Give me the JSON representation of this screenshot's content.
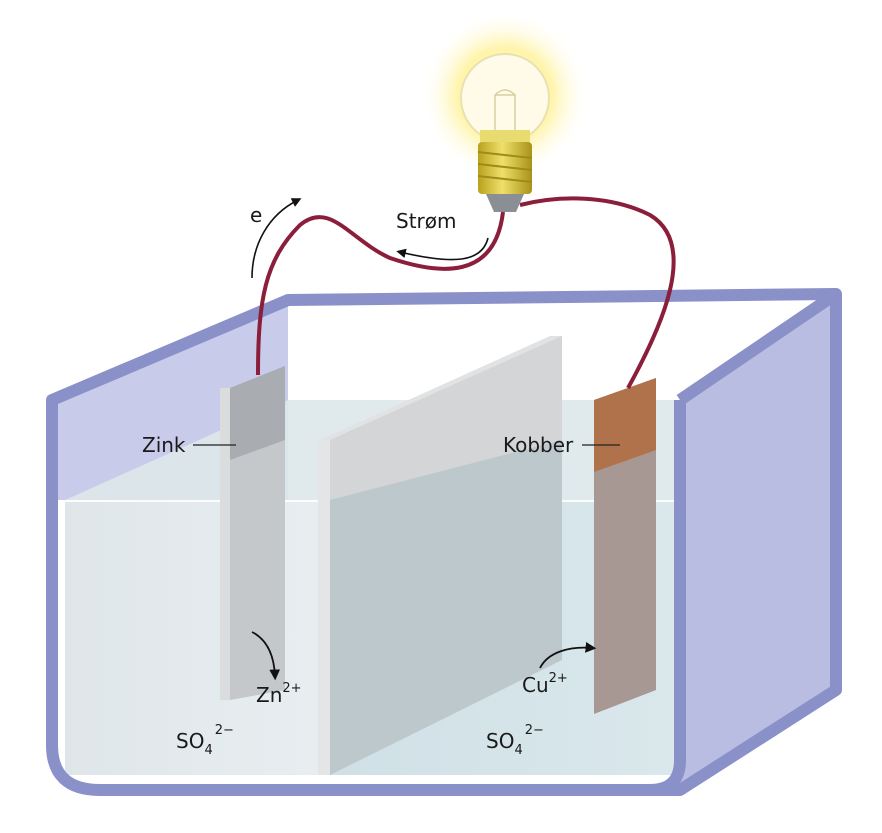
{
  "labels": {
    "electron": "e",
    "current": "Strøm",
    "zinc": "Zink",
    "copper": "Kobber",
    "zn_base": "Zn",
    "zn_charge": "2+",
    "cu_base": "Cu",
    "cu_charge": "2+",
    "so4_left_base": "SO",
    "so4_left_index": "4",
    "so4_left_charge": "2−",
    "so4_right_base": "SO",
    "so4_right_index": "4",
    "so4_right_charge": "2−"
  },
  "colors": {
    "tank_frame": "#8a90c8",
    "tank_side": "#b8bde0",
    "solution": "#d3e3e6",
    "zinc_plate": "#b0b4b8",
    "copper_plate": "#b0724a",
    "wire": "#8b1e3a",
    "bulb_glow": "#fff3a0",
    "bulb_base": "#d9c334"
  }
}
